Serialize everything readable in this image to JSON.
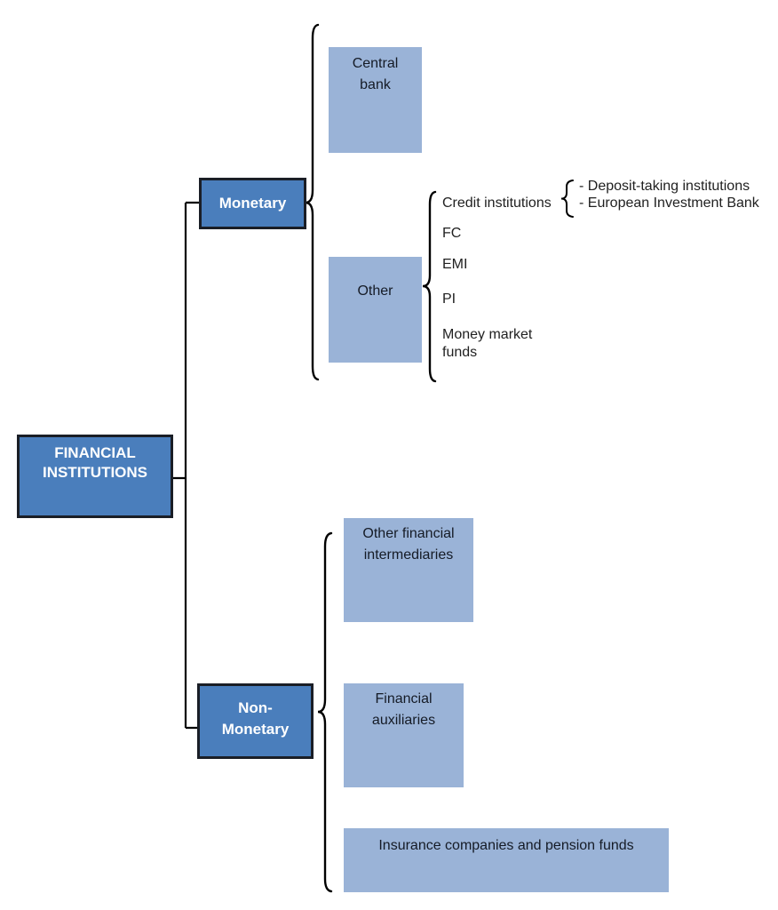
{
  "colors": {
    "dark_blue": "#4a7ebc",
    "light_blue": "#9ab3d7",
    "box_border": "#1a1e26",
    "line_black": "#000000",
    "text_dark": "#151b26",
    "text_white": "#ffffff",
    "text_list": "#212121"
  },
  "tree": {
    "root": {
      "label": "FINANCIAL\nINSTITUTIONS"
    },
    "monetary": {
      "label": "Monetary",
      "children": {
        "central_bank": {
          "label": "Central\nbank"
        },
        "other": {
          "label": "Other",
          "items": [
            "Credit institutions",
            "FC",
            "EMI",
            "PI",
            "Money market\nfunds"
          ],
          "credit_institution_types": [
            "- Deposit-taking institutions",
            "- European Investment Bank"
          ]
        }
      }
    },
    "non_monetary": {
      "label": "Non-\nMonetary",
      "children": {
        "other_financial_intermediaries": {
          "label": "Other financial\nintermediaries"
        },
        "financial_auxiliaries": {
          "label": "Financial\nauxiliaries"
        },
        "insurance": {
          "label": "Insurance companies and pension funds"
        }
      }
    }
  }
}
